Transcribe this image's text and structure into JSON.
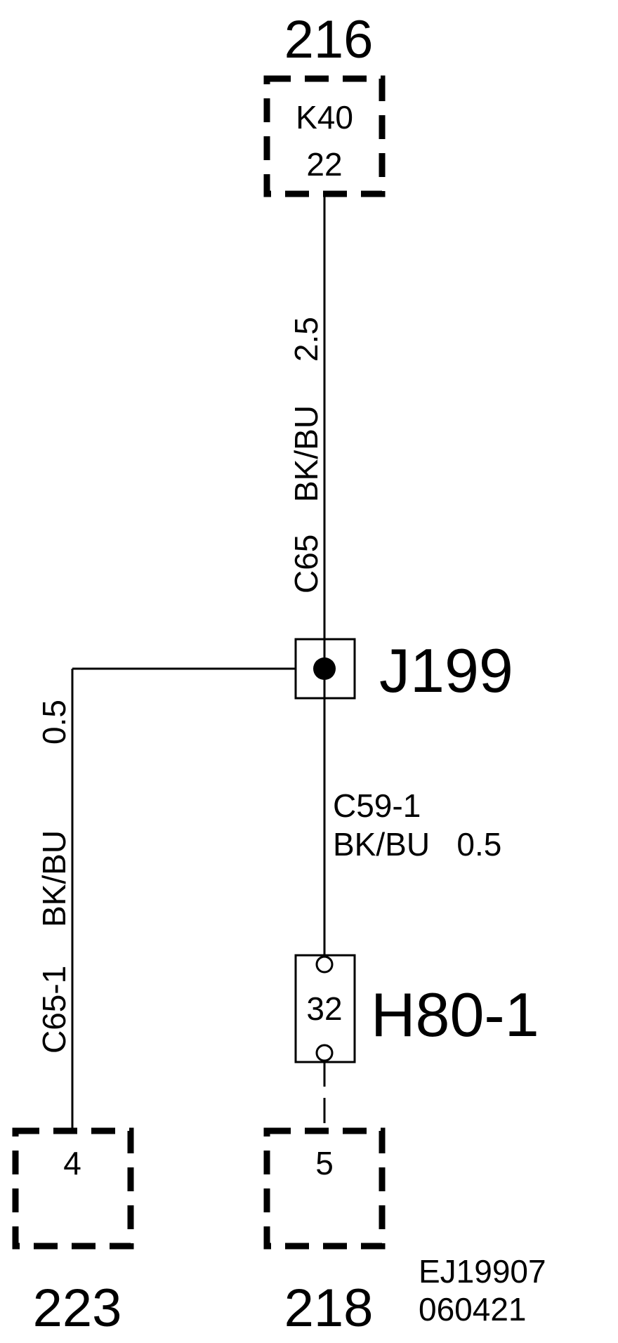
{
  "diagram": {
    "top_connector": {
      "ref": "216",
      "component": "K40",
      "pin": "22"
    },
    "wire_top": {
      "circuit": "C65",
      "color": "BK/BU",
      "size": "2.5"
    },
    "junction": {
      "id": "J199"
    },
    "wire_left": {
      "circuit": "C65-1",
      "color": "BK/BU",
      "size": "0.5"
    },
    "wire_right": {
      "circuit": "C59-1",
      "color_size": "BK/BU   0.5"
    },
    "connector_h80": {
      "id": "H80-1",
      "pin": "32"
    },
    "bottom_left": {
      "pin": "4",
      "ref": "223"
    },
    "bottom_right": {
      "pin": "5",
      "ref": "218"
    },
    "drawing_code": [
      "EJ19907",
      "060421"
    ]
  }
}
